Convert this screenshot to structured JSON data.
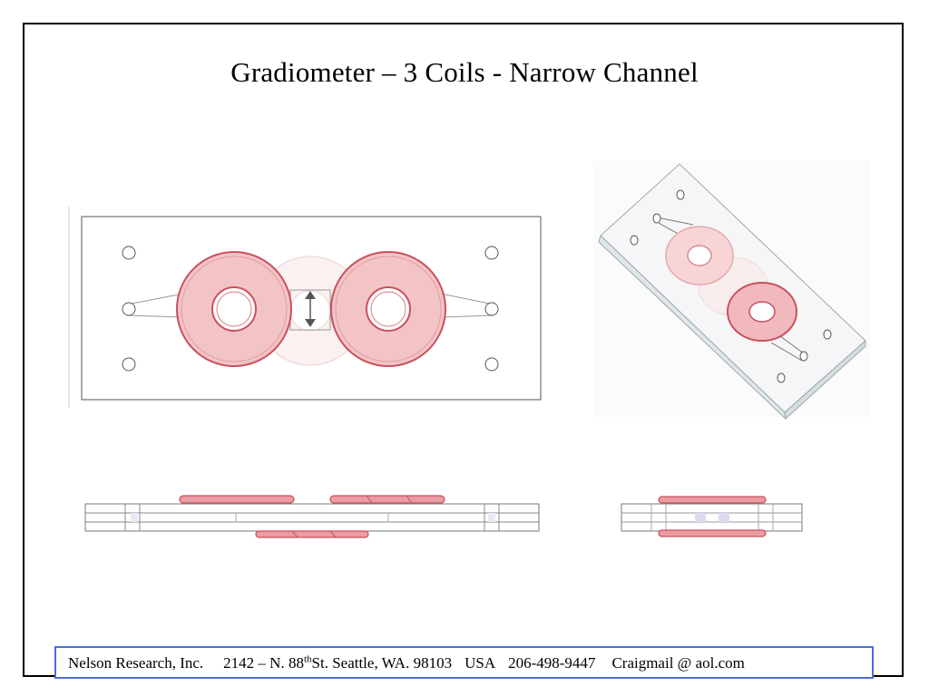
{
  "slide": {
    "title": "Gradiometer – 3 Coils - Narrow Channel"
  },
  "footer": {
    "company": "Nelson Research, Inc.",
    "street_prefix": "2142 –  N. 88",
    "street_sup": "th",
    "street_suffix": " St. Seattle, WA. 98103",
    "country": "USA",
    "phone": "206-498-9447",
    "email": "Craigmail @ aol.com"
  },
  "figures": {
    "top_view": "top-view-drawing",
    "iso_view": "isometric-view-drawing",
    "side_view": "side-view-drawing",
    "end_view": "end-view-drawing"
  },
  "colors": {
    "coil_fill": "#f3c4c6",
    "coil_stroke": "#c9505c",
    "footer_border": "#4a6fd6"
  }
}
